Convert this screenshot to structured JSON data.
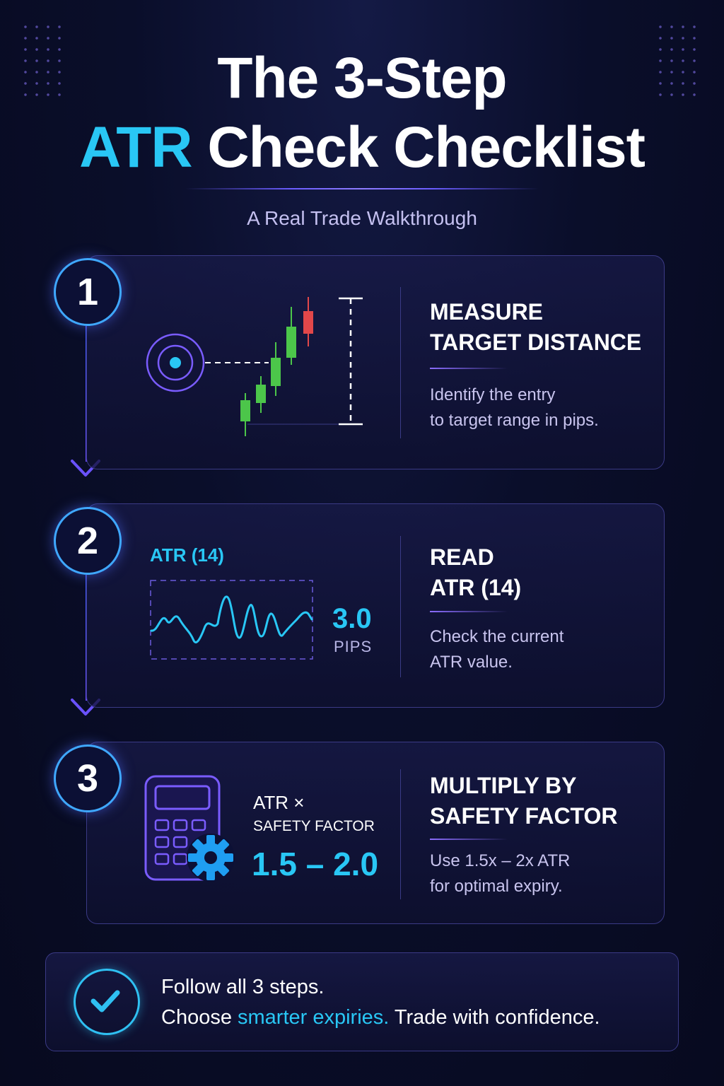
{
  "header": {
    "title_line1": "The 3-Step",
    "title_accent": "ATR",
    "title_line2_rest": "Check Checklist",
    "subtitle": "A Real Trade Walkthrough"
  },
  "steps": [
    {
      "number": "1",
      "title_lines": [
        "MEASURE",
        "TARGET DISTANCE"
      ],
      "desc_lines": [
        "Identify the entry",
        "to target range in pips."
      ]
    },
    {
      "number": "2",
      "title_lines": [
        "READ",
        "ATR (14)"
      ],
      "desc_lines": [
        "Check the current",
        "ATR value."
      ],
      "indicator_label": "ATR (14)",
      "value": "3.0",
      "unit": "PIPS"
    },
    {
      "number": "3",
      "title_lines": [
        "MULTIPLY BY",
        "SAFETY FACTOR"
      ],
      "desc_lines": [
        "Use 1.5x – 2x ATR",
        "for optimal expiry."
      ],
      "formula_line1": "ATR ×",
      "formula_line2": "SAFETY FACTOR",
      "factor_range": "1.5 – 2.0"
    }
  ],
  "footer": {
    "line1": "Follow all 3 steps.",
    "line2_pre": "Choose ",
    "line2_highlight": "smarter expiries.",
    "line2_post": " Trade with confidence."
  },
  "colors": {
    "accent_cyan": "#29c7f5",
    "accent_purple": "#7a63ff",
    "bull_green": "#4cc64a",
    "bear_red": "#e2474a",
    "background": "#0a0e2a"
  },
  "icons": [
    "target-icon",
    "candlestick-chart-icon",
    "measure-bracket-icon",
    "atr-wave-chart-icon",
    "calculator-icon",
    "gear-icon",
    "checkmark-icon",
    "chevron-down-icon"
  ]
}
